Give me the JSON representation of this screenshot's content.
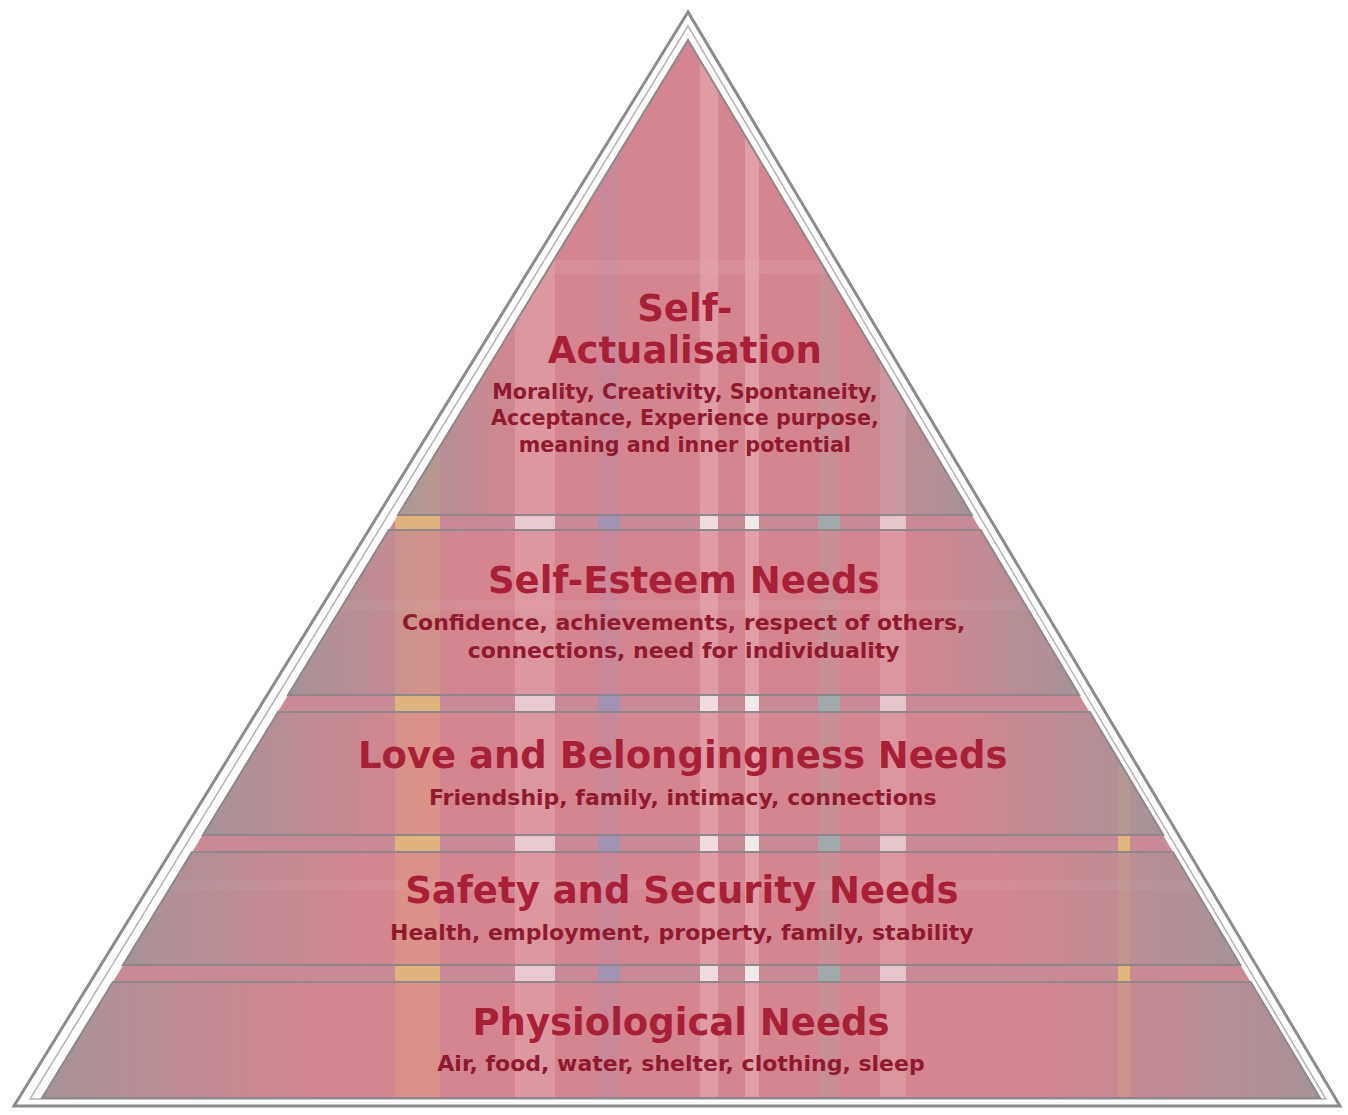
{
  "diagram": {
    "nodes": [
      {
        "text": [
          "Self-Actualisation",
          "Morality, Creativity, Spontaneity, Acceptance, Experience purpose, meaning and inner potential"
        ]
      },
      {
        "text": [
          "Self-Esteem Needs",
          "Confidence, achievements, respect of others, connections, need for individuality"
        ]
      },
      {
        "text": [
          "Love and Belongingness Needs",
          "Friendship, family, intimacy, connections"
        ]
      },
      {
        "text": [
          "Safety and Security Needs",
          "Health, employment, property, family, stability"
        ]
      },
      {
        "text": [
          "Physiological Needs",
          "Air, food, water, shelter, clothing, sleep"
        ]
      }
    ]
  }
}
